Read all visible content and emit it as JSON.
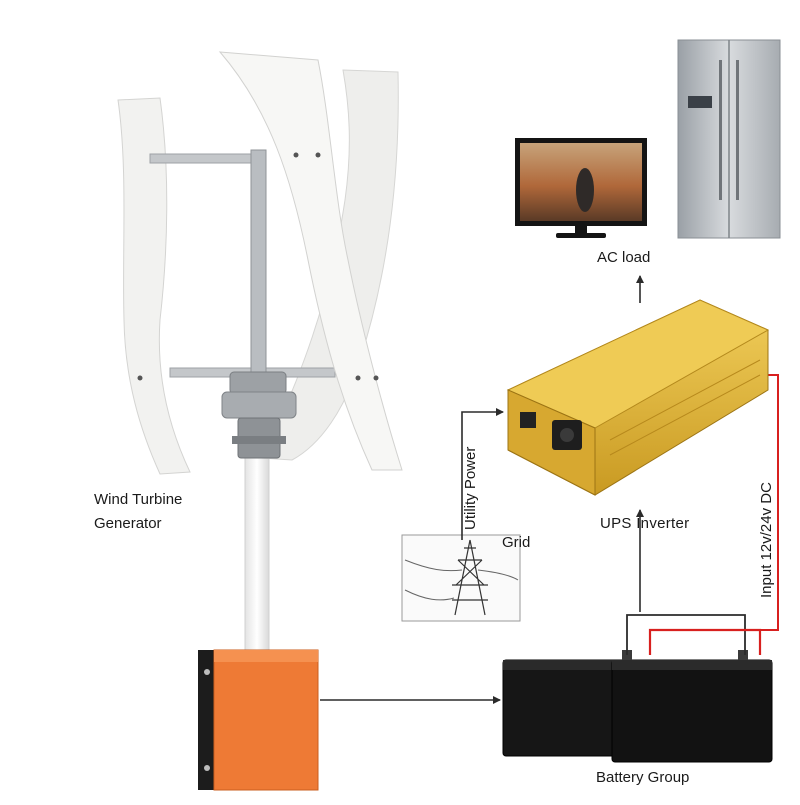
{
  "labels": {
    "wind_turbine_line1": "Wind Turbine",
    "wind_turbine_line2": "Generator",
    "ac_load": "AC load",
    "ups_inverter": "UPS  Inverter",
    "utility_power": "Utility Power",
    "grid": "Grid",
    "input_dc": "Input 12v/24v DC",
    "battery_group": "Battery Group"
  },
  "colors": {
    "arrow": "#2b2b2b",
    "dc_positive_wire": "#d8201f",
    "inverter_body": "#e1b43a",
    "controller": "#ee7a35",
    "battery": "#141414",
    "blade": "#f4f4f2"
  }
}
